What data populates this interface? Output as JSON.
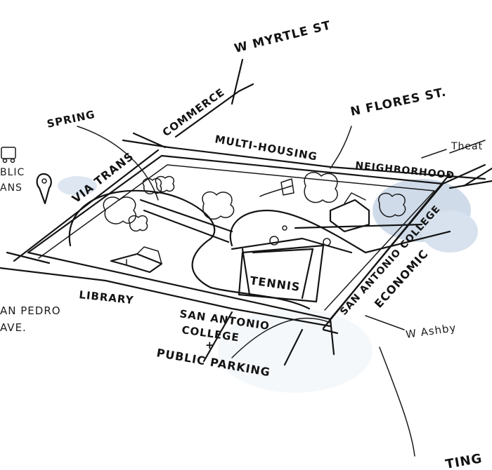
{
  "labels": {
    "w_myrtle": "W MYRTLE ST",
    "commerce": "COMMERCE",
    "spring": "SPRING",
    "n_flores": "N FLORES ST.",
    "multi_housing": "MULTI-HOUSING",
    "neighborhood": "NEIGHBORHOOD",
    "theater": "Theat",
    "via_trans": "VIA TRANS",
    "public_trans_line1": "BLIC",
    "public_trans_line2": "ANS",
    "san_pedro_line1": "AN PEDRO",
    "san_pedro_line2": "AVE.",
    "library": "LIBRARY",
    "tennis": "TENNIS",
    "sac_economic_line1": "SAN ANTONIO COLLEGE",
    "sac_economic_line2": "ECONOMIC",
    "w_ashby": "W Ashby",
    "sac_parking_line1": "SAN ANTONIO",
    "sac_parking_line2": "COLLEGE",
    "sac_parking_line3": "+",
    "sac_parking_line4": "PUBLIC PARKING",
    "bottom_cut": "TING"
  },
  "colors": {
    "ink": "#141414",
    "watercolor": "#a9bfd8",
    "paper": "#ffffff"
  }
}
